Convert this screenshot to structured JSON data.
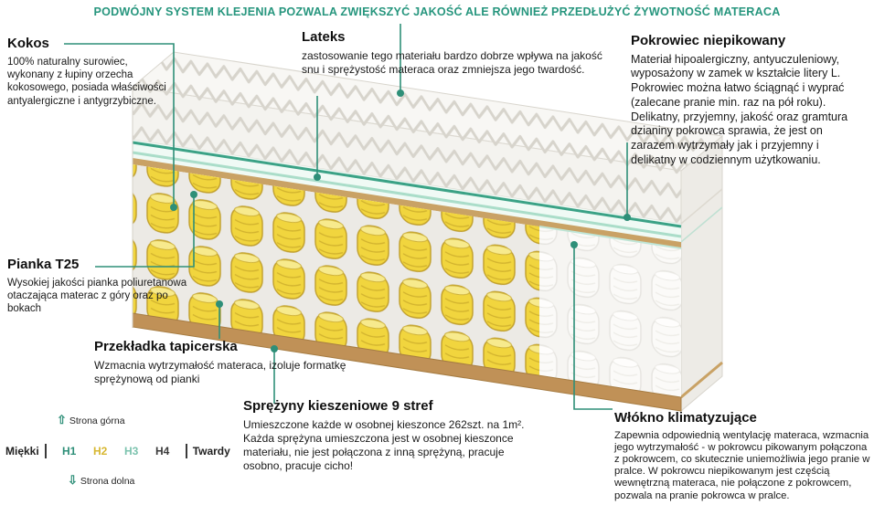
{
  "header": {
    "text": "PODWÓJNY SYSTEM KLEJENIA POZWALA ZWIĘKSZYĆ JAKOŚĆ ALE RÓWNIEŻ PRZEDŁUŻYĆ ŻYWOTNOŚĆ MATERACA"
  },
  "annotations": {
    "kokos": {
      "title": "Kokos",
      "body": "100% naturalny surowiec, wykonany z łupiny orzecha kokosowego, posiada właściwości antyalergiczne i antygrzybiczne."
    },
    "lateks": {
      "title": "Lateks",
      "body": "zastosowanie tego materiału bardzo dobrze wpływa na jakość snu i sprężystość materaca oraz zmniejsza jego twardość."
    },
    "pokrowiec": {
      "title": "Pokrowiec niepikowany",
      "body": "Materiał hipoalergiczny, antyuczuleniowy, wyposażony w zamek w kształcie litery L. Pokrowiec można łatwo ściągnąć i wyprać (zalecane pranie min. raz na pół roku). Delikatny, przyjemny, jakość oraz gramtura dzianiny pokrowca sprawia, że jest on zarazem wytrzymały jak i przyjemny i delikatny w codziennym użytkowaniu."
    },
    "pianka": {
      "title": "Pianka T25",
      "body": "Wysokiej jakości pianka poliuretanowa otaczająca materac z góry oraz po bokach"
    },
    "przekladka": {
      "title": "Przekładka tapicerska",
      "body": "Wzmacnia wytrzymałość materaca, izoluje formatkę sprężynową od pianki"
    },
    "sprezyny": {
      "title": "Sprężyny kieszeniowe 9 stref",
      "body": "Umieszczone każde w osobnej kieszonce 262szt. na 1m². Każda sprężyna umieszczona jest w osobnej kieszonce materiału, nie jest połączona z inną sprężyną, pracuje osobno, pracuje cicho!"
    },
    "wlokno": {
      "title": "Włókno klimatyzujące",
      "body": "Zapewnia odpowiednią wentylację materaca, wzmacnia jego wytrzymałość - w pokrowcu pikowanym połączona z pokrowcem, co skutecznie uniemożliwia jego pranie w pralce. W pokrowcu niepikowanym jest częścią wewnętrzną materaca, nie połączone z pokrowcem, pozwala na pranie pokrowca w pralce."
    }
  },
  "scale": {
    "top_label": "Strona górna",
    "bottom_label": "Strona dolna",
    "soft_label": "Miękki",
    "hard_label": "Twardy",
    "levels": [
      {
        "label": "H1",
        "color": "#2e8f78"
      },
      {
        "label": "H2",
        "color": "#d7b731"
      },
      {
        "label": "H3",
        "color": "#7cc3ae"
      },
      {
        "label": "H4",
        "color": "#3a3a3a"
      }
    ]
  },
  "colors": {
    "accent_teal": "#2e8f78",
    "spring_yellow": "#f1d53e",
    "base_tan": "#c09157",
    "latex_green": "#3ba286",
    "latex_mint": "#aaddc9"
  }
}
